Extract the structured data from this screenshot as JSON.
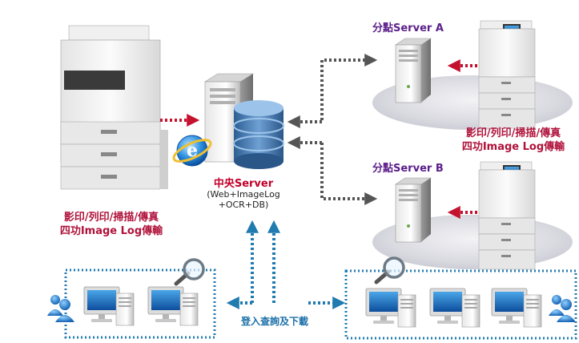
{
  "labels": {
    "copier_main_line1": "影印/列印/掃描/傳真",
    "copier_main_line2": "四功Image Log傳輸",
    "center_server_title": "中央Server",
    "center_server_sub1": "(Web+ImageLog",
    "center_server_sub2": "+OCR+DB)",
    "branch_a_title": "分點Server A",
    "branch_a_line1": "影印/列印/掃描/傳真",
    "branch_a_line2": "四功Image Log傳輸",
    "branch_b_title": "分點Server B",
    "login_query": "登入查詢及下載"
  },
  "colors": {
    "red_arrow": "#c4122f",
    "gray_arrow": "#555555",
    "blue_dotted": "#1f7bb0",
    "caption_red": "#b0123a",
    "site_purple": "#5b1f8a"
  },
  "icons": [
    "copier-icon",
    "server-tower-icon",
    "database-icon",
    "ie-browser-icon",
    "workstation-icon",
    "magnifier-icon",
    "users-icon"
  ]
}
